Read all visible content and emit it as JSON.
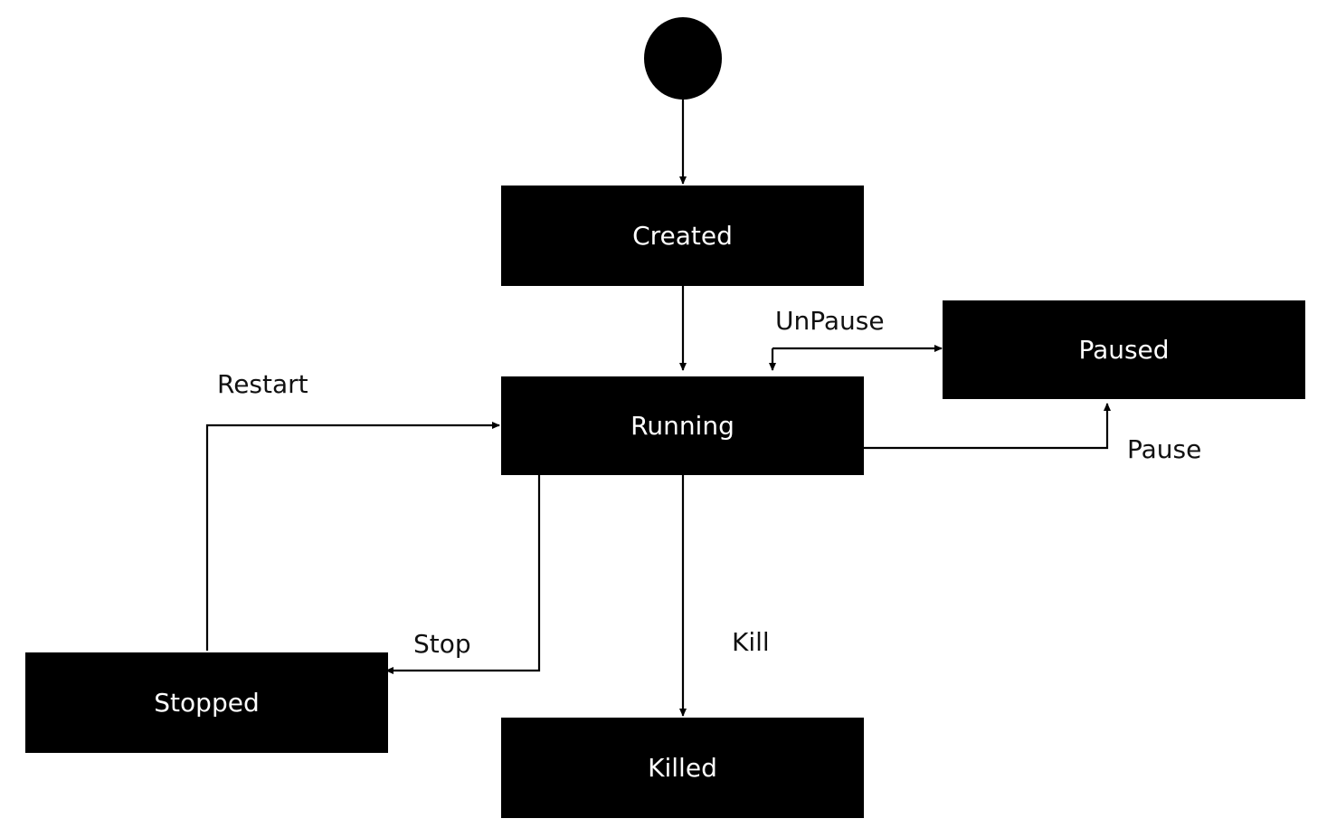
{
  "diagram": {
    "type": "state-diagram",
    "colors": {
      "node_fill": "#000000",
      "node_text": "#ffffff",
      "edge_stroke": "#000000",
      "edge_text": "#111111",
      "background": "#ffffff"
    },
    "states": {
      "created": "Created",
      "running": "Running",
      "paused": "Paused",
      "stopped": "Stopped",
      "killed": "Killed"
    },
    "transitions": {
      "unpause": "UnPause",
      "restart": "Restart",
      "pause": "Pause",
      "stop": "Stop",
      "kill": "Kill"
    }
  }
}
